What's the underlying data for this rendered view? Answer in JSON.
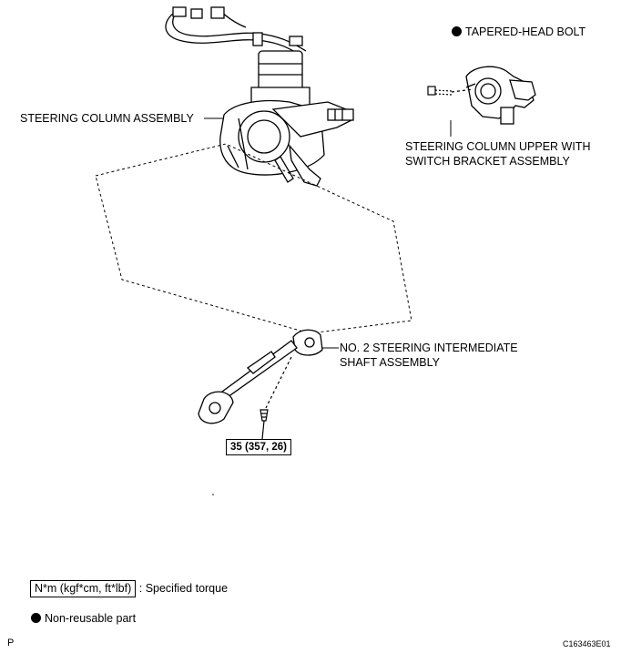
{
  "labels": {
    "steering_column": "STEERING COLUMN ASSEMBLY",
    "tapered_bolt": "TAPERED-HEAD BOLT",
    "upper_bracket_line1": "STEERING COLUMN UPPER WITH",
    "upper_bracket_line2": "SWITCH BRACKET ASSEMBLY",
    "intermediate_line1": "NO. 2 STEERING INTERMEDIATE",
    "intermediate_line2": "SHAFT ASSEMBLY",
    "torque_value": "35 (357, 26)"
  },
  "legend": {
    "torque_units": "N*m (kgf*cm, ft*lbf)",
    "torque_desc": ": Specified torque",
    "nonreusable": "Non-reusable part"
  },
  "footer": {
    "left_code": "P",
    "figure_id": "C163463E01"
  },
  "icons": {
    "nonreusable_marker": "filled-circle-icon"
  }
}
